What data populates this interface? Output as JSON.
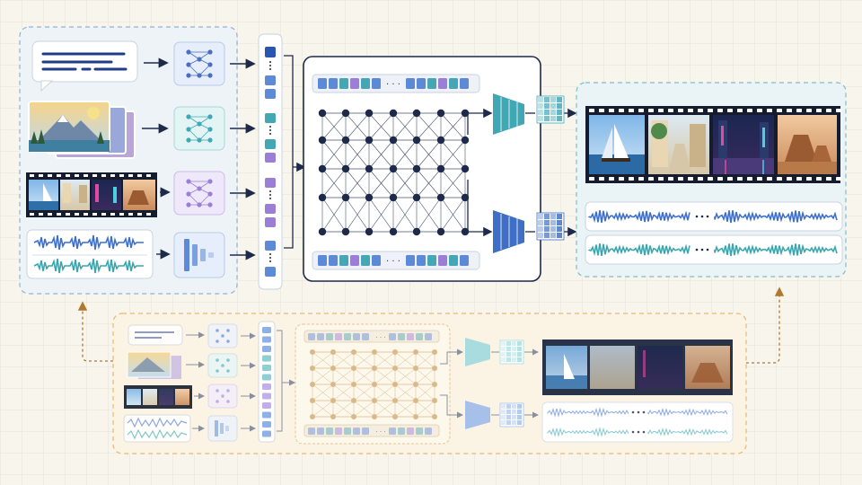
{
  "diagram": {
    "ellipsis": "· · ·",
    "colors": {
      "background": "#f8f5ec",
      "navy": "#1e2a4a",
      "blue": "#3f6fc4",
      "teal": "#3fa8b4",
      "purple": "#9b7fd6",
      "wave_blue": "#3d6fd0",
      "wave_teal": "#38a6ad",
      "ghost_node": "#d9b98a",
      "ghost_border": "#e6b873"
    },
    "inputs": [
      {
        "kind": "text",
        "icon": "speech-bubble-icon",
        "encoder": "network-icon"
      },
      {
        "kind": "image",
        "icon": "mountain-photo-stack-icon",
        "encoder": "network-icon"
      },
      {
        "kind": "video",
        "icon": "film-strip-icon",
        "encoder": "network-icon"
      },
      {
        "kind": "audio",
        "icon": "waveform-icon",
        "encoder": "spectrum-bars-icon"
      }
    ],
    "outputs": {
      "video_frames": [
        "sailboat-frame",
        "street-frame",
        "neon-city-frame",
        "desert-butte-frame"
      ],
      "audio_tracks": [
        "blue-waveform",
        "teal-waveform"
      ]
    }
  }
}
